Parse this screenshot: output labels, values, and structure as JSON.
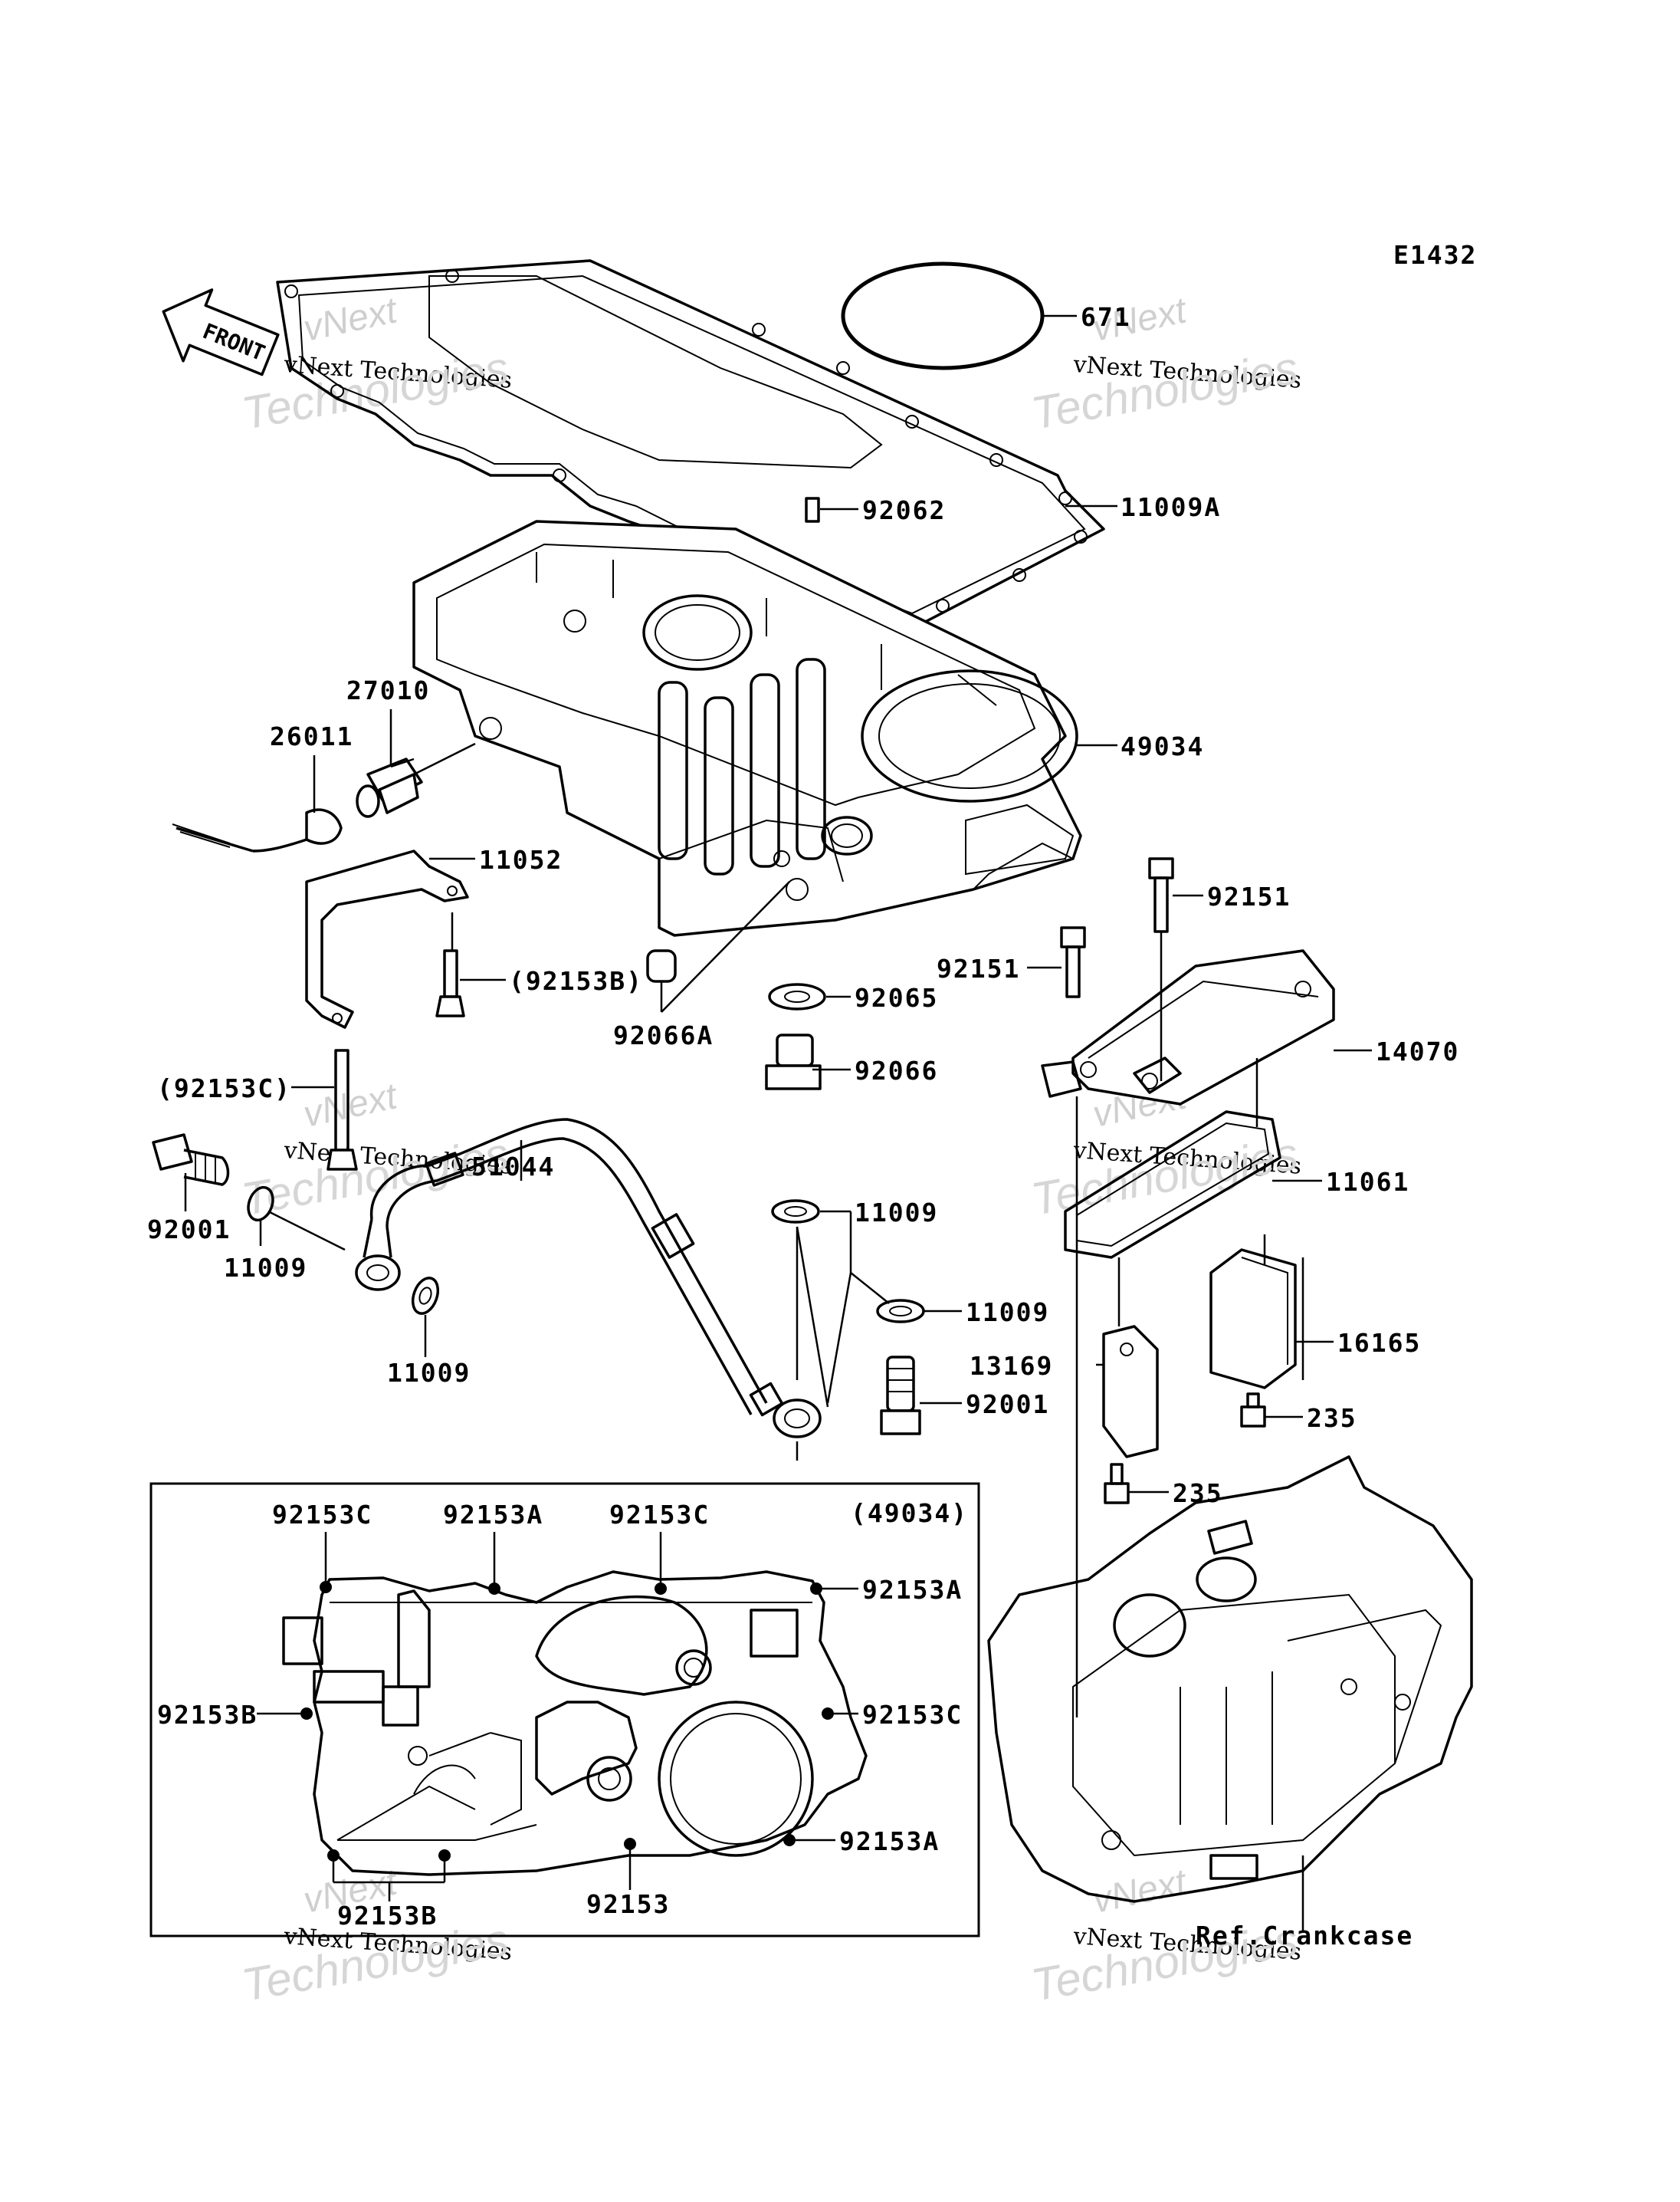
{
  "diagram_code": "E1432",
  "front_label": "FRONT",
  "watermark": {
    "line1": "vNext",
    "line2": "vNext Technologies",
    "line3": "Technologies"
  },
  "labels": {
    "p671": "671",
    "p11009A": "11009A",
    "p92062": "92062",
    "p49034": "49034",
    "p27010": "27010",
    "p26011": "26011",
    "p11052": "11052",
    "p92153B_paren": "(92153B)",
    "p92066A": "92066A",
    "p92065": "92065",
    "p92066": "92066",
    "p92151_top": "92151",
    "p92151_mid": "92151",
    "p14070": "14070",
    "p92153C_paren": "(92153C)",
    "p51044": "51044",
    "p11061": "11061",
    "p92001_left": "92001",
    "p11009_left": "11009",
    "p11009_bottom": "11009",
    "p11009_center": "11009",
    "p11009_right": "11009",
    "p13169": "13169",
    "p92001_right": "92001",
    "p16165": "16165",
    "p235_upper": "235",
    "p235_lower": "235",
    "ref_crankcase": "Ref.Crankcase"
  },
  "inset": {
    "title": "(49034)",
    "labels": {
      "b1": "92153C",
      "b2": "92153A",
      "b3": "92153C",
      "b4": "92153A",
      "b5": "92153B",
      "b6": "92153C",
      "b7": "92153A",
      "b8": "92153B",
      "b9": "92153"
    }
  }
}
